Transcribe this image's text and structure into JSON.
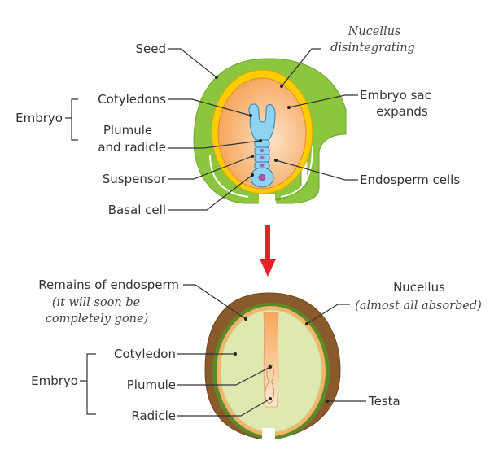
{
  "colors": {
    "seed_coat_green": "#8cc63f",
    "nucellus_yellow": "#ffcc00",
    "embryo_sac_orange": "#f7a65a",
    "embryo_blue": "#8fd3f4",
    "nucleus_purple": "#b05aa8",
    "testa_brown": "#8b5a2b",
    "nucellus_dark_green": "#5a8a2a",
    "endosperm_orange": "#f6b46a",
    "cotyledon_green": "#dde9b0",
    "arrow_red": "#e8202a"
  },
  "top_diagram": {
    "labels": {
      "seed": "Seed",
      "nucellus_line1": "Nucellus",
      "nucellus_line2": "disintegrating",
      "embryo_group": "Embryo",
      "cotyledons": "Cotyledons",
      "plumule_line1": "Plumule",
      "plumule_line2": "and radicle",
      "suspensor": "Suspensor",
      "basal_cell": "Basal cell",
      "embryo_sac_line1": "Embryo sac",
      "embryo_sac_line2": "expands",
      "endosperm_cells": "Endosperm cells"
    }
  },
  "bottom_diagram": {
    "labels": {
      "remains": "Remains of endosperm",
      "remains_note_line1": "(it will soon be",
      "remains_note_line2": "completely gone)",
      "nucellus": "Nucellus",
      "nucellus_note": "(almost all absorbed)",
      "embryo_group": "Embryo",
      "cotyledon": "Cotyledon",
      "plumule": "Plumule",
      "radicle": "Radicle",
      "testa": "Testa"
    }
  }
}
